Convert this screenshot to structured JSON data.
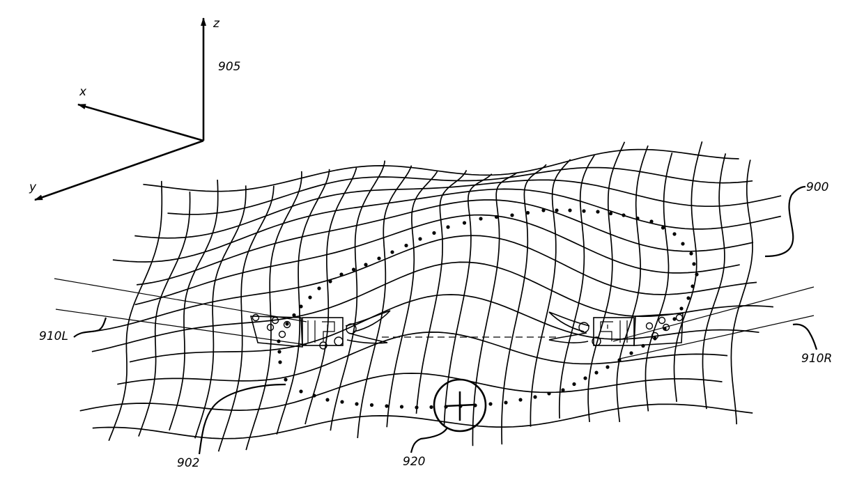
{
  "figure": {
    "axes": {
      "z_label": "z",
      "x_label": "x",
      "y_label": "y"
    },
    "refs": {
      "coordinate_frame": "905",
      "tissue_surface": "900",
      "left_instrument": "910L",
      "right_instrument": "910R",
      "dotted_path": "902",
      "target_marker": "920"
    },
    "colors": {
      "ink": "#000000",
      "background": "#ffffff"
    }
  }
}
